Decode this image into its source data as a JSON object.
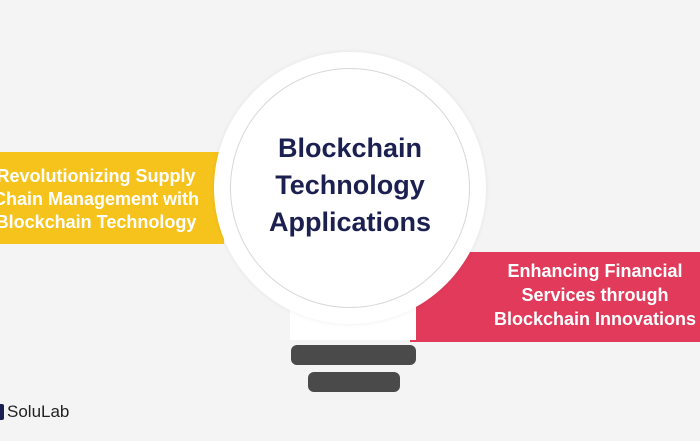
{
  "center": {
    "title_lines": [
      "Blockchain",
      "Technology",
      "Applications"
    ]
  },
  "left_banner": {
    "lines": [
      "Revolutionizing Supply",
      "Chain Management with",
      "Blockchain Technology"
    ],
    "color": "#f6c31c"
  },
  "right_banner": {
    "lines": [
      "Enhancing Financial",
      "Services through",
      "Blockchain Innovations"
    ],
    "color": "#e23a5a"
  },
  "logo": {
    "text": "SoluLab",
    "icon": "solulab-logo-icon"
  },
  "colors": {
    "background": "#f4f4f4",
    "title": "#1c2050",
    "bulb_base": "#4a4a4a"
  }
}
